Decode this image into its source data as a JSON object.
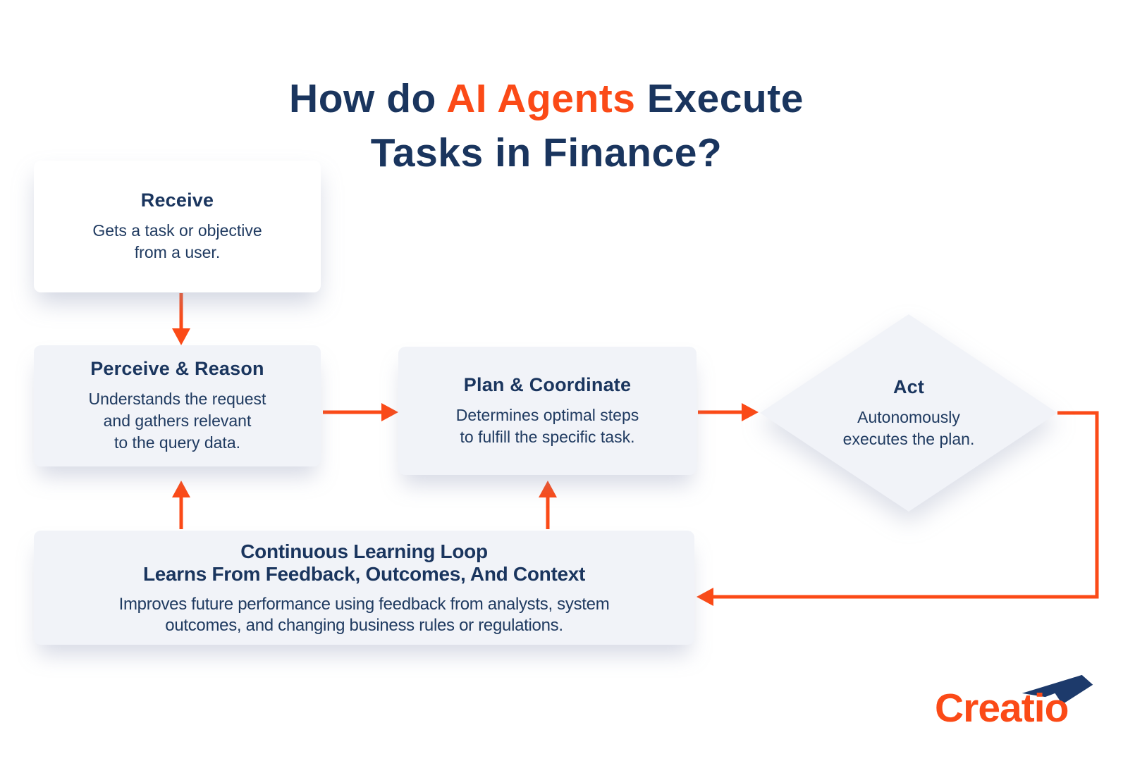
{
  "title": {
    "line1_pre": "How do ",
    "line1_highlight": "AI Agents",
    "line1_post": " Execute",
    "line2": "Tasks in Finance?"
  },
  "nodes": {
    "receive": {
      "title": "Receive",
      "body": "Gets a task or objective\nfrom a user."
    },
    "perceive": {
      "title": "Perceive & Reason",
      "body": "Understands the request\nand gathers relevant\nto the query data."
    },
    "plan": {
      "title": "Plan & Coordinate",
      "body": "Determines optimal steps\nto fulfill the specific task."
    },
    "act": {
      "title": "Act",
      "body": "Autonomously\nexecutes the plan."
    },
    "loop": {
      "title_line1": "Continuous Learning Loop",
      "title_line2": "Learns From Feedback, Outcomes, And Context",
      "body": "Improves future performance using feedback from analysts, system\noutcomes, and changing business rules or regulations."
    }
  },
  "logo": {
    "text": "Creatio",
    "swoosh_icon": "creatio-swoosh-icon"
  },
  "colors": {
    "navy": "#1a355e",
    "orange": "#fb4a17",
    "box_light": "#f1f3f8",
    "box_white": "#ffffff"
  }
}
